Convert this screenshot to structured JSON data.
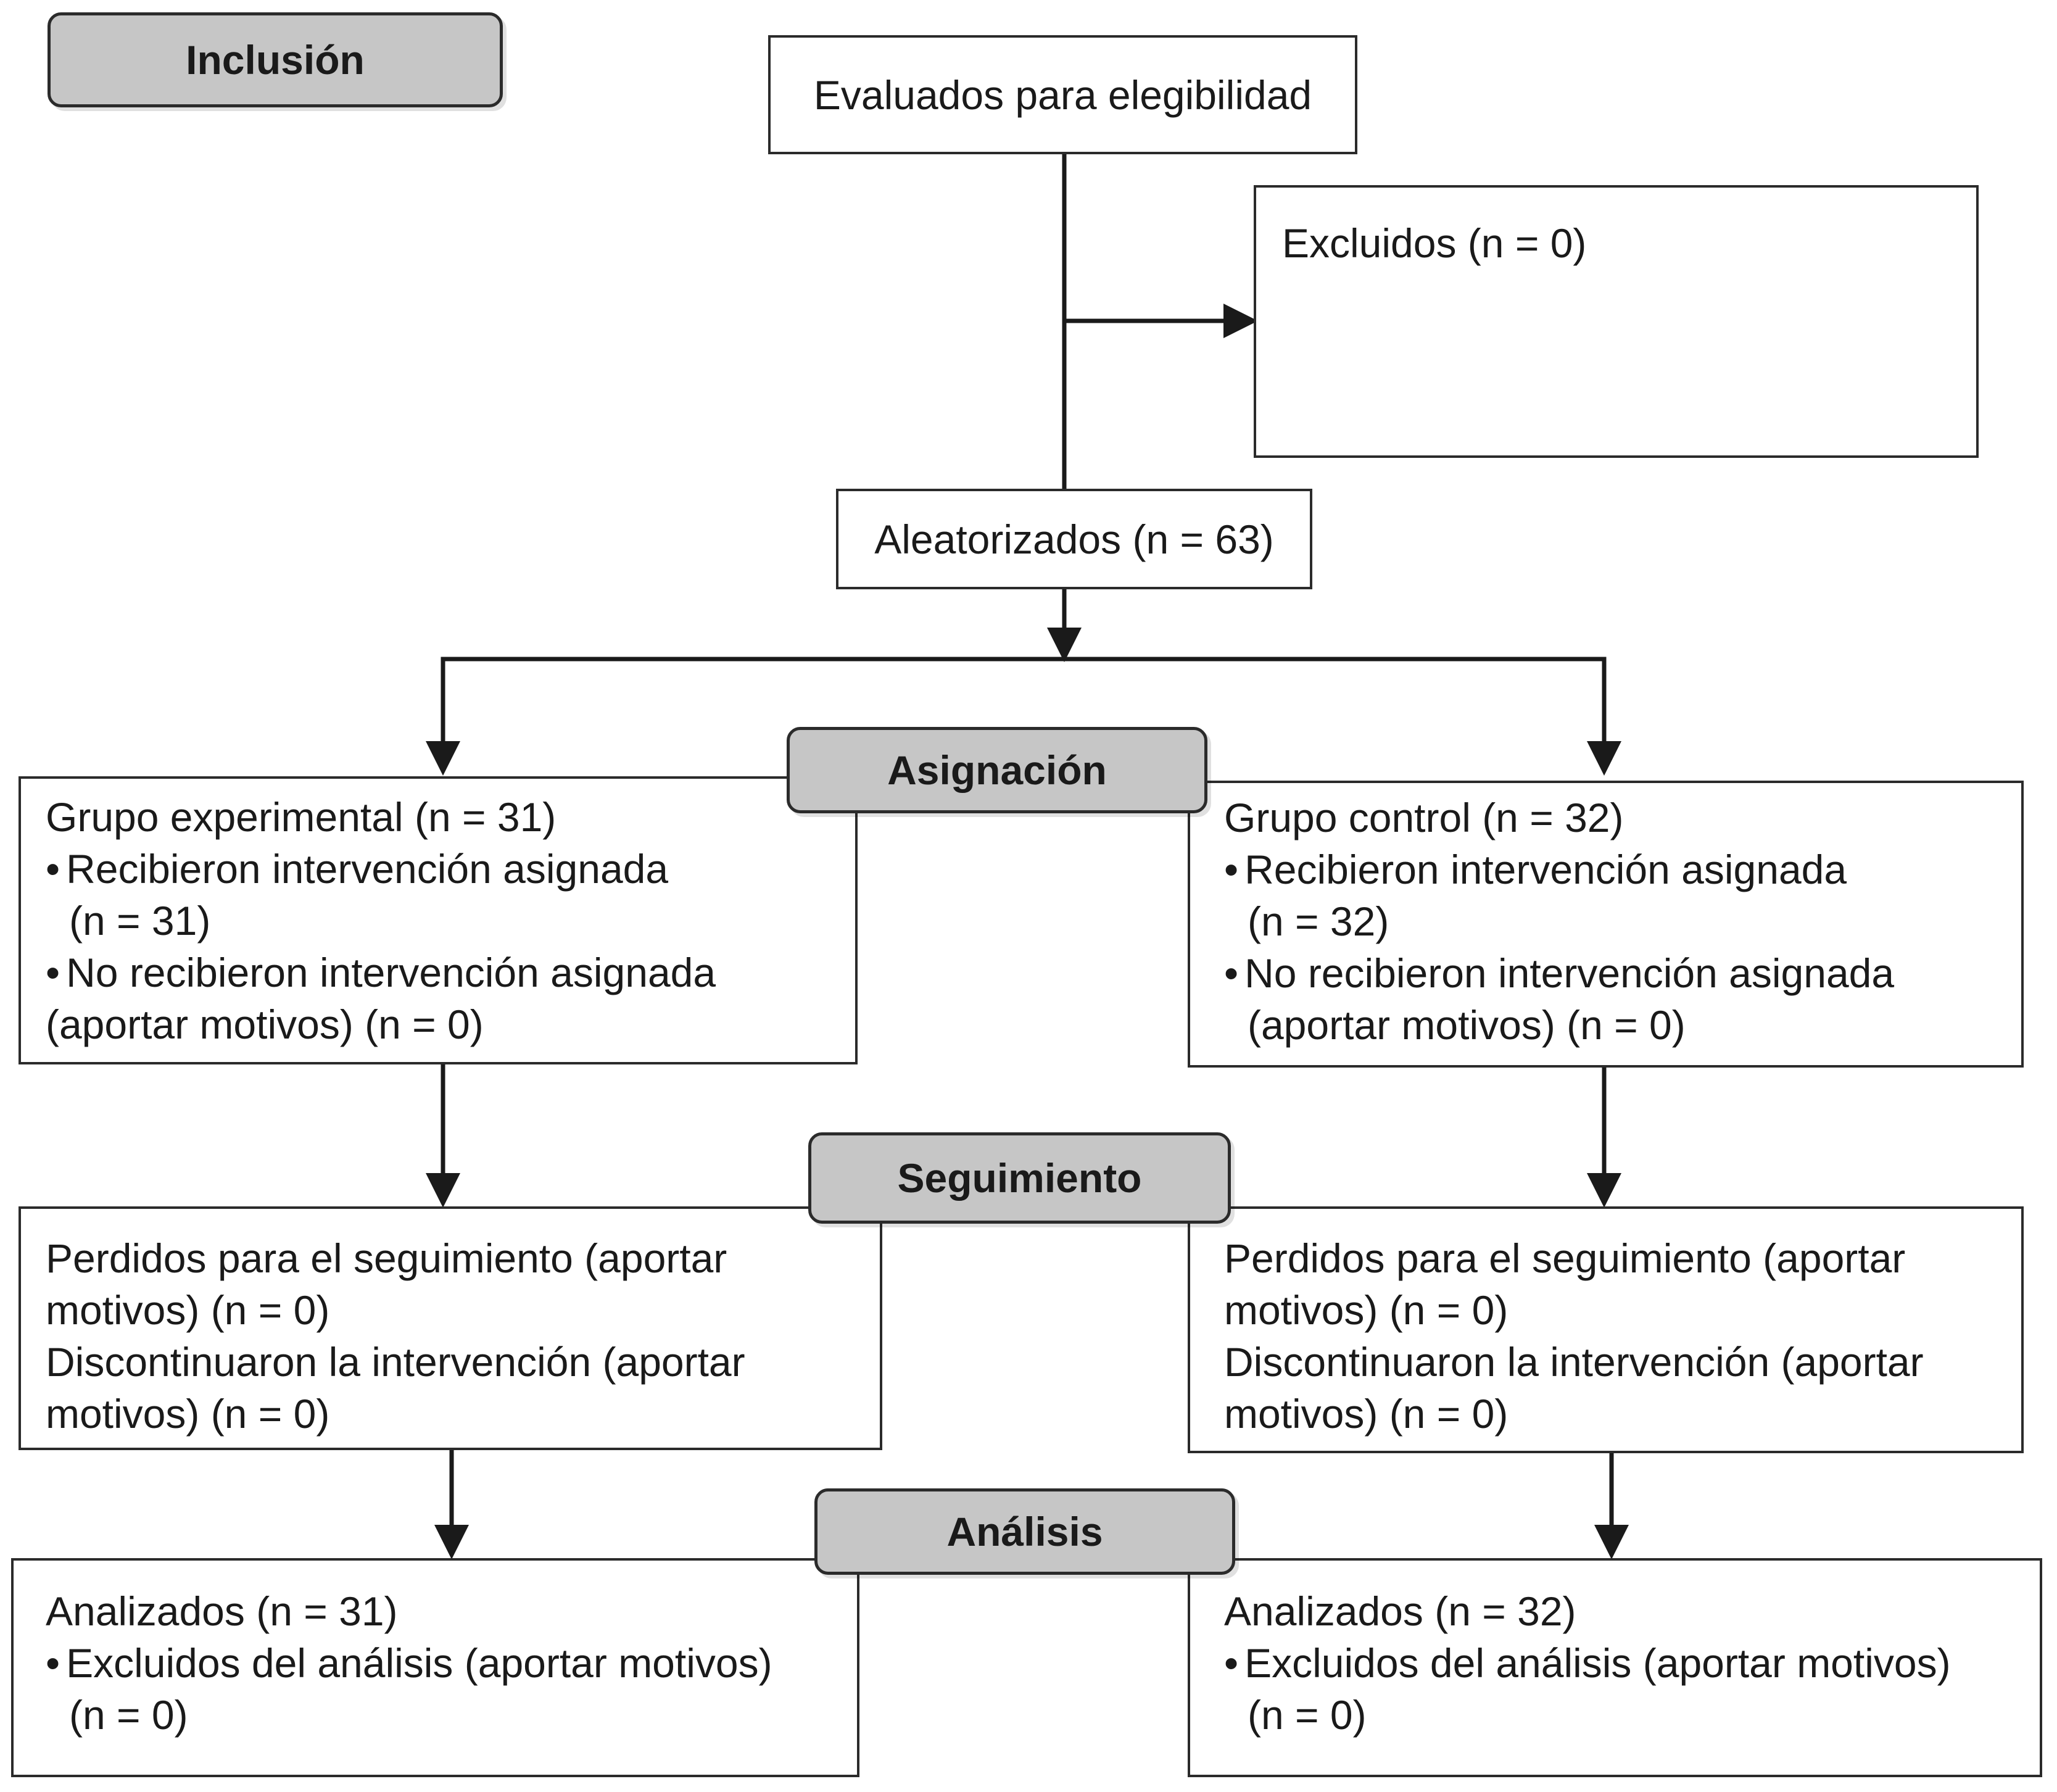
{
  "stages": {
    "inclusion": "Inclusión",
    "allocation": "Asignación",
    "follow_up": "Seguimiento",
    "analysis": "Análisis"
  },
  "assessed": "Evaluados para elegibilidad",
  "excluded": "Excluidos (n = 0)",
  "randomized": "Aleatorizados (n = 63)",
  "allocation": {
    "experimental": {
      "title": "Grupo experimental (n = 31)",
      "received": "Recibieron intervención asignada",
      "received_n": "(n = 31)",
      "not_received": "No recibieron intervención asignada",
      "not_received_n": "(aportar motivos) (n = 0)"
    },
    "control": {
      "title": "Grupo control (n = 32)",
      "received": "Recibieron intervención asignada",
      "received_n": "(n = 32)",
      "not_received": "No recibieron intervención asignada",
      "not_received_n": "(aportar motivos) (n = 0)"
    }
  },
  "follow_up": {
    "experimental": {
      "lost": "Perdidos para el seguimiento (aportar",
      "lost_n": "motivos) (n = 0)",
      "discontinued": "Discontinuaron la intervención (aportar",
      "discontinued_n": "motivos) (n = 0)"
    },
    "control": {
      "lost": "Perdidos para el seguimiento (aportar",
      "lost_n": "motivos) (n = 0)",
      "discontinued": "Discontinuaron la intervención (aportar",
      "discontinued_n": "motivos) (n = 0)"
    }
  },
  "analysis": {
    "experimental": {
      "analyzed": "Analizados (n = 31)",
      "excluded": "Excluidos del análisis (aportar motivos)",
      "excluded_n": "(n = 0)"
    },
    "control": {
      "analyzed": "Analizados (n = 32)",
      "excluded": "Excluidos del análisis (aportar motivos)",
      "excluded_n": "(n = 0)"
    }
  }
}
